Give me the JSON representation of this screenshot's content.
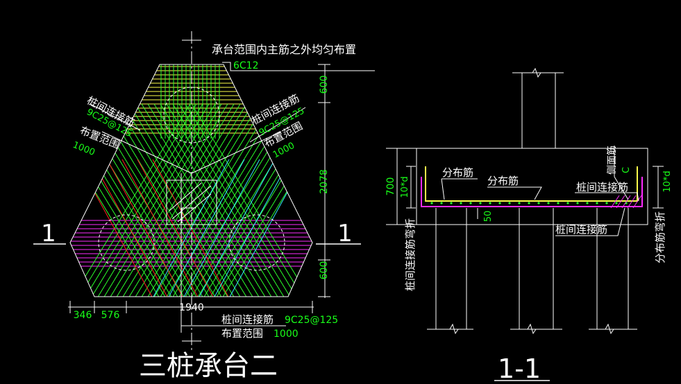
{
  "plan": {
    "title": "三桩承台二",
    "section_mark_left": "1",
    "section_mark_right": "1",
    "note_top": "承台范围内主筋之外均匀布置",
    "note_top_value": "6C12",
    "left_label_1": "桩间连接筋",
    "left_label_2": "9C25@125",
    "left_label_3": "布置范围",
    "left_label_4": "1000",
    "right_label_1": "桩间连接筋",
    "right_label_2": "9C25@125",
    "right_label_3": "布置范围",
    "right_label_4": "1000",
    "bottom_label_1": "桩间连接筋",
    "bottom_label_2": "9C25@125",
    "bottom_label_3": "布置范围",
    "bottom_label_4": "1000",
    "dim_v_top": "600",
    "dim_v_mid": "2078",
    "dim_v_bot": "600",
    "dim_h_1": "346",
    "dim_h_2": "576",
    "dim_h_3": "1940"
  },
  "section": {
    "title": "1-1",
    "dim_height": "700",
    "dim_left_hook": "10*d",
    "dim_right_hook": "10*d",
    "dim_cover": "50",
    "label_dist_1": "分布筋",
    "label_dist_2": "分布筋",
    "label_side": "侧面筋",
    "label_side_value": "C",
    "label_link_top": "桩间连接筋",
    "label_link_bottom": "桩间连接筋",
    "label_left_bend": "桩间连接筋弯折",
    "label_right_bend": "分布筋弯折"
  },
  "colors": {
    "background": "#000000",
    "outline": "#ffffff",
    "text_green": "#19ff19",
    "rebar_yellow": "#ffff4a",
    "rebar_green": "#2bff2b",
    "rebar_magenta": "#ff2bff",
    "rebar_red": "#ff2020",
    "rebar_cyan": "#33e6ff"
  }
}
